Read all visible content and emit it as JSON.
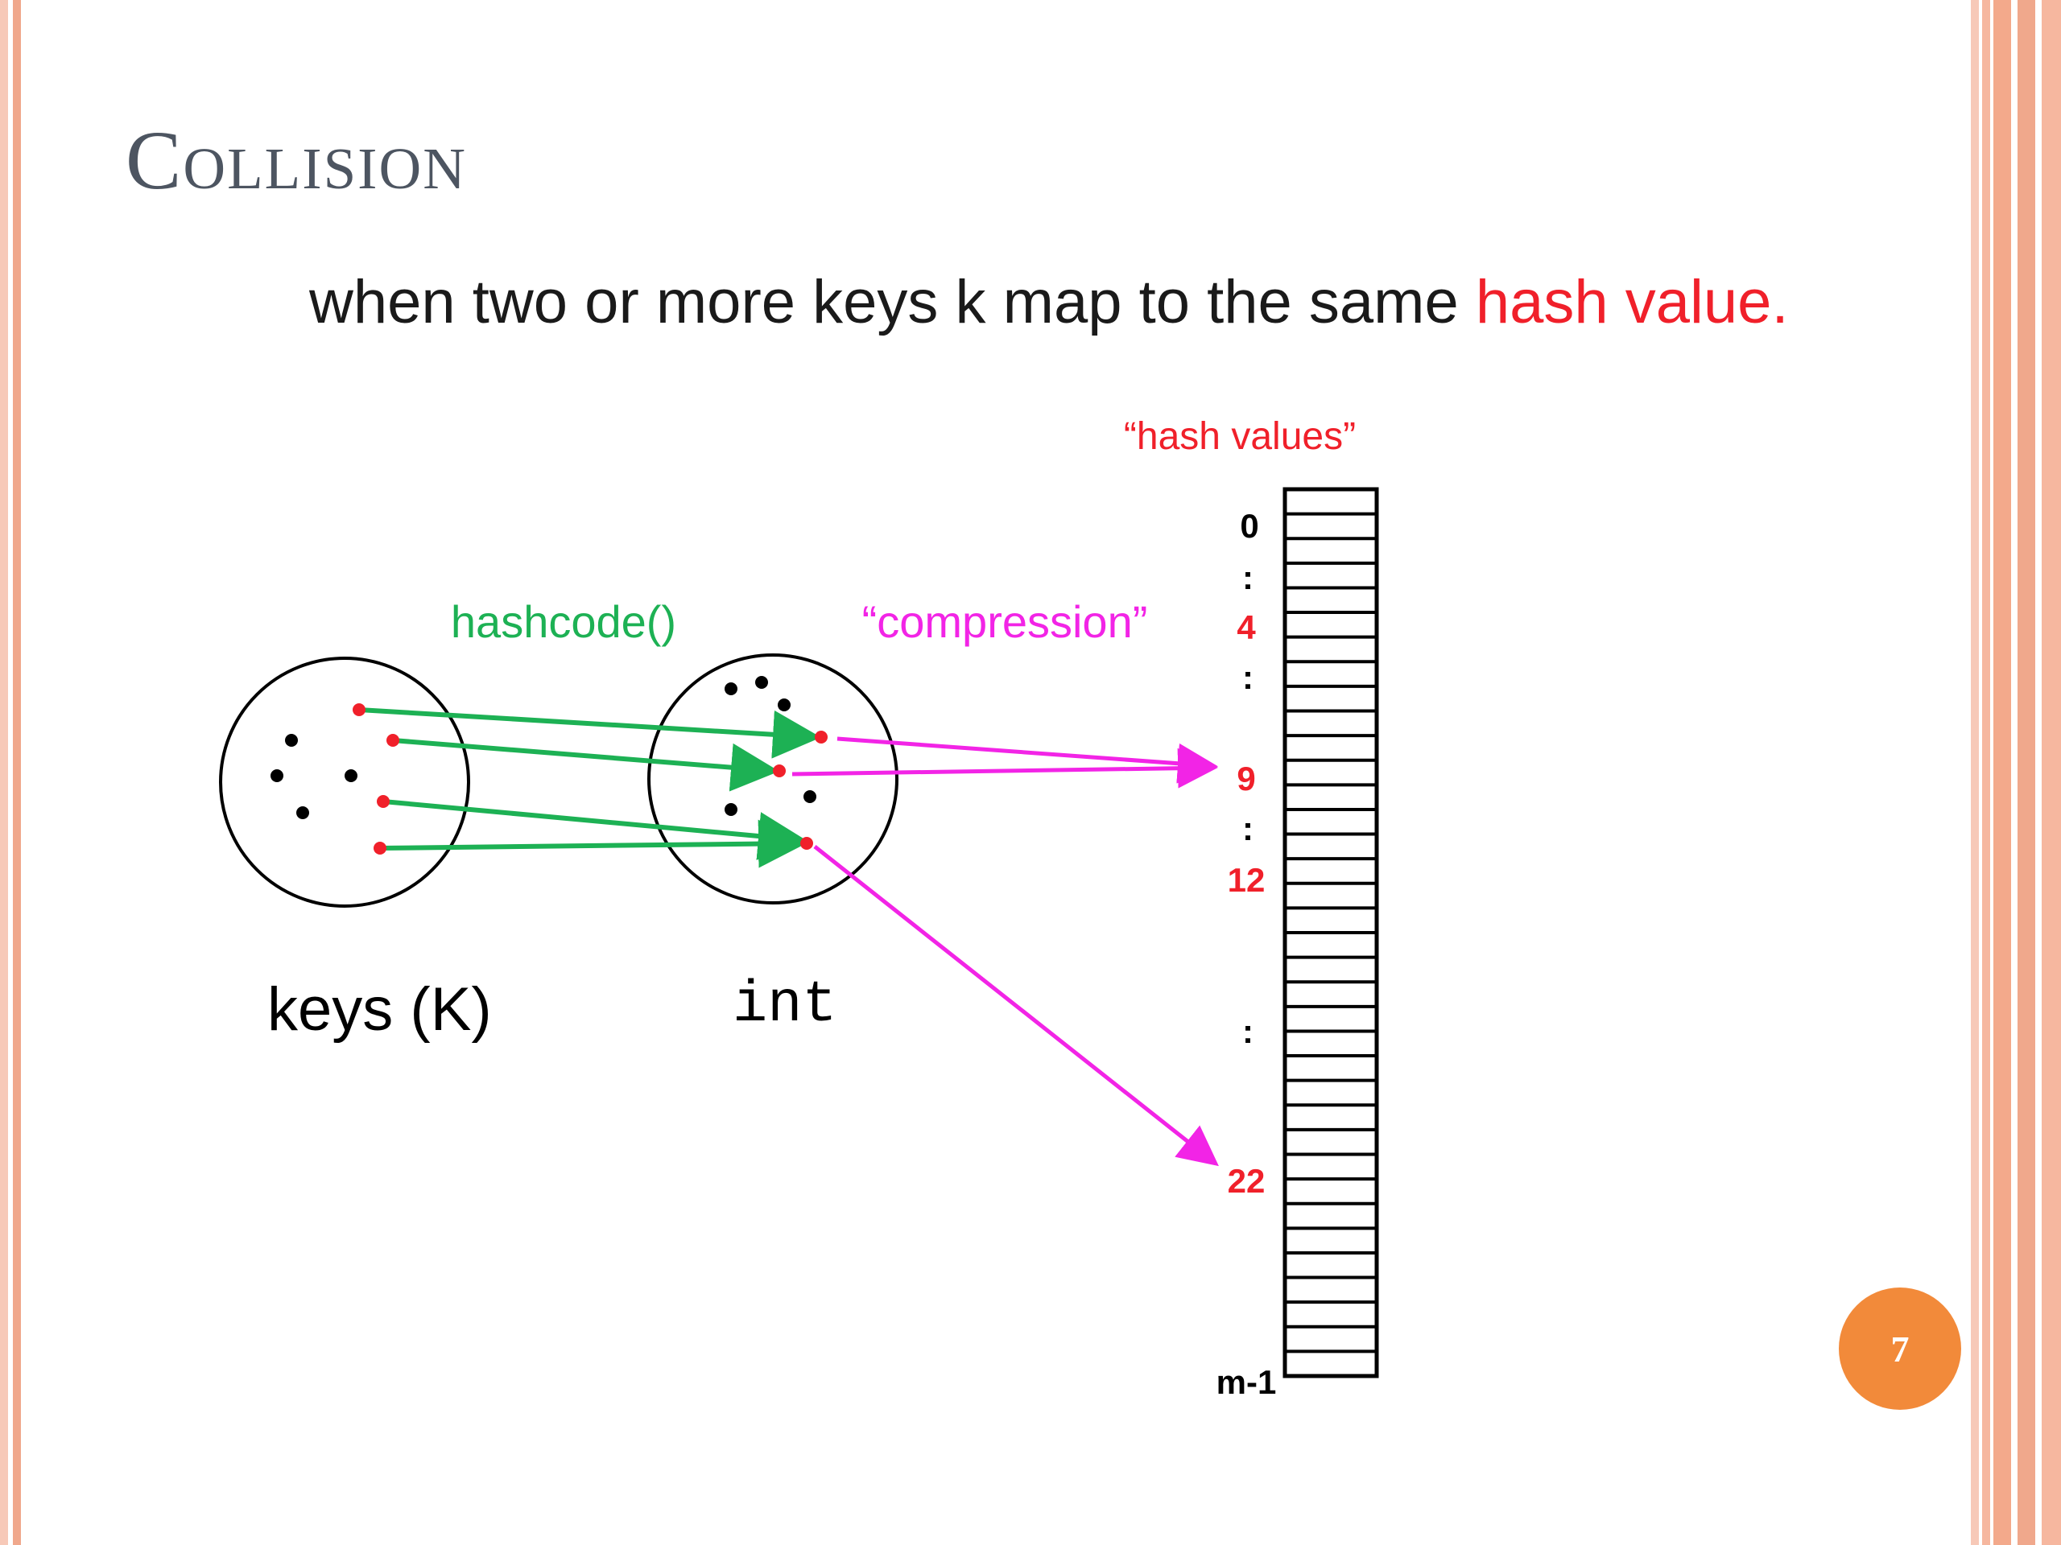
{
  "slide": {
    "title": "Collision",
    "subtitle_prefix": "when two or more keys k  map to the same ",
    "subtitle_highlight": "hash value",
    "subtitle_suffix": ".",
    "page_number": "7"
  },
  "diagram": {
    "hash_values_label": "“hash values”",
    "hashcode_label": "hashcode()",
    "compression_label": "“compression”",
    "keys_label": "keys (K)",
    "int_label": "int",
    "table_labels": {
      "l0": "0",
      "dots1": ":",
      "l4": "4",
      "dots2": ":",
      "l9": "9",
      "dots3": ":",
      "l12": "12",
      "dots4": ":",
      "l22": "22",
      "lm1": "m-1"
    },
    "colors": {
      "green": "#1db154",
      "magenta": "#f224e6",
      "red": "#f0202a",
      "black": "#000000"
    }
  }
}
